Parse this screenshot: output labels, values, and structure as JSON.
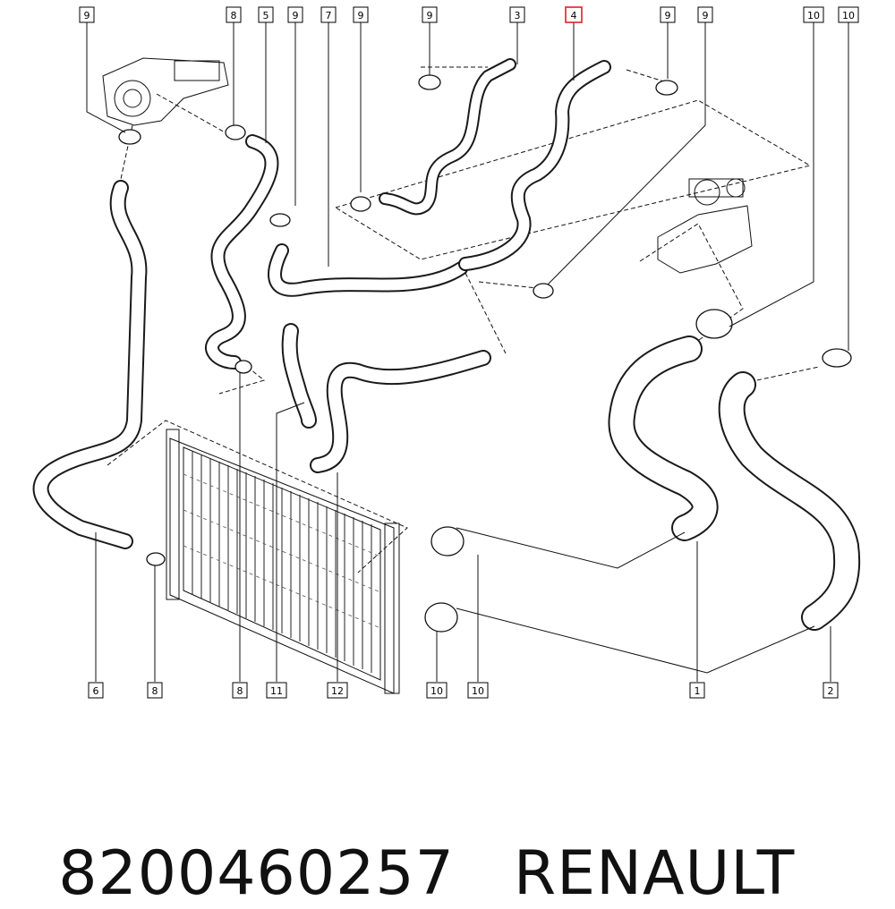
{
  "caption": {
    "part_number": "8200460257",
    "brand": "RENAULT"
  },
  "callouts_top": [
    "9",
    "8",
    "5",
    "9",
    "7",
    "9",
    "9",
    "3",
    "4",
    "9",
    "9",
    "10",
    "10"
  ],
  "callouts_bottom": [
    "6",
    "8",
    "8",
    "11",
    "12",
    "10",
    "10",
    "1",
    "2"
  ],
  "highlighted_callout": "4",
  "colors": {
    "line": "#1a1a1a",
    "highlight": "#e0202a",
    "background": "#ffffff"
  }
}
